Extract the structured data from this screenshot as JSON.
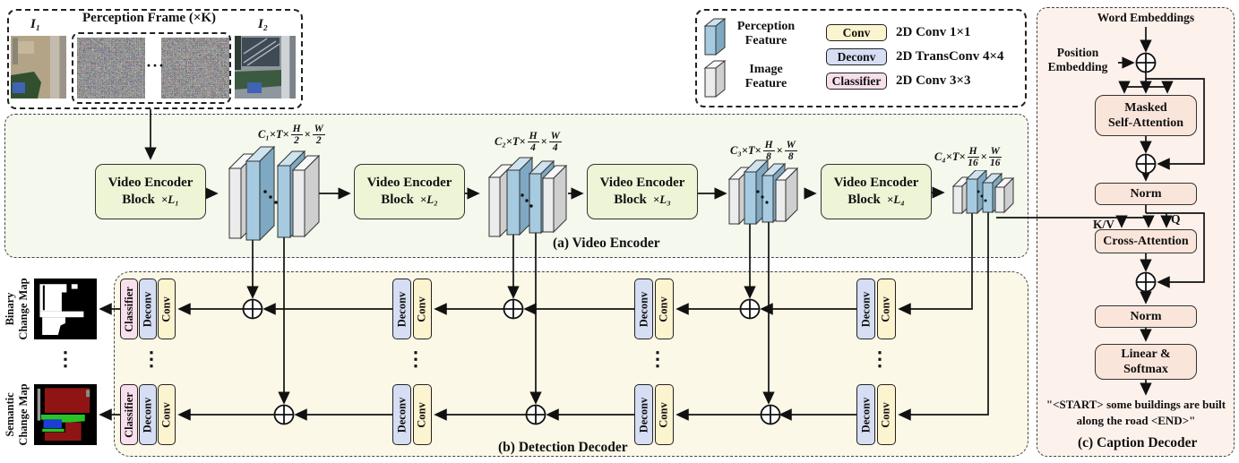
{
  "shared": {
    "times": "×",
    "hdots": "···",
    "vdots": "⋮"
  },
  "input": {
    "frame_title": "Perception Frame (×K)",
    "i1": "I₁",
    "i2": "I₂",
    "dots": "···"
  },
  "legend": {
    "perception_feature_1": "Perception",
    "perception_feature_2": "Feature",
    "image_feature_1": "Image",
    "image_feature_2": "Feature",
    "entries": [
      {
        "chip": "Conv",
        "desc": "2D Conv 1×1"
      },
      {
        "chip": "Deconv",
        "desc": "2D TransConv 4×4"
      },
      {
        "chip": "Classifier",
        "desc": "2D Conv 3×3"
      }
    ]
  },
  "encoder": {
    "caption": "(a) Video Encoder",
    "block_line1": "Video Encoder",
    "block_line2": "Block",
    "blocks": [
      {
        "mult": "×L₁"
      },
      {
        "mult": "×L₂"
      },
      {
        "mult": "×L₃"
      },
      {
        "mult": "×L₄"
      }
    ],
    "stacks": [
      {
        "pre": "C₁×T×",
        "n1": "H",
        "d1": "2",
        "n2": "W",
        "d2": "2"
      },
      {
        "pre": "C₂×T×",
        "n1": "H",
        "d1": "4",
        "n2": "W",
        "d2": "4"
      },
      {
        "pre": "C₃×T×",
        "n1": "H",
        "d1": "8",
        "n2": "W",
        "d2": "8"
      },
      {
        "pre": "C₄×T×",
        "n1": "H",
        "d1": "16",
        "n2": "W",
        "d2": "16"
      }
    ]
  },
  "decoder": {
    "caption": "(b) Detection Decoder",
    "classifier": "Classifier",
    "deconv": "Deconv",
    "conv": "Conv",
    "binary_map_1": "Binary",
    "binary_map_2": "Change Map",
    "semantic_map_1": "Semantic",
    "semantic_map_2": "Change Map"
  },
  "caption_decoder": {
    "caption": "(c) Caption Decoder",
    "word_embeddings": "Word Embeddings",
    "position_embedding_1": "Position",
    "position_embedding_2": "Embedding",
    "masked_1": "Masked",
    "masked_2": "Self-Attention",
    "norm1": "Norm",
    "cross_attention": "Cross-Attention",
    "norm2": "Norm",
    "linear_1": "Linear &",
    "linear_2": "Softmax",
    "kv": "K/V",
    "q": "Q",
    "output_text": "\"<START> some buildings are built along the road <END>\""
  },
  "colors": {
    "perception_feature": "#a6cbe0",
    "image_feature": "#ececec",
    "conv": "#fcf3cf",
    "deconv": "#d6def4",
    "classifier": "#f8dfec",
    "encoder_block": "#edf5d6",
    "panel_a_bg": "#f4f8ed",
    "panel_b_bg": "#fcf8e7",
    "panel_c_bg": "#fdf1ec",
    "caption_box": "#fae5db"
  }
}
